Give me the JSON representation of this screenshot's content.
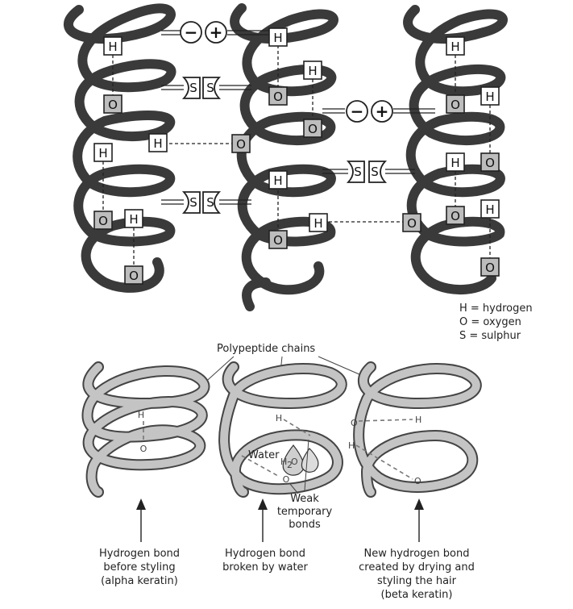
{
  "atoms": {
    "h": "H",
    "o": "O",
    "s": "S",
    "minus": "−",
    "plus": "+"
  },
  "legend": {
    "h_line": "H = hydrogen",
    "o_line": "O = oxygen",
    "s_line": "S = sulphur"
  },
  "bottom": {
    "chains_label": "Polypeptide chains",
    "water_label": "Water",
    "h2o_h": "H",
    "h2o_sub": "2",
    "h2o_o": "O",
    "weak_l1": "Weak",
    "weak_l2": "temporary",
    "weak_l3": "bonds",
    "cap1": [
      "Hydrogen bond",
      "before styling",
      "(alpha keratin)"
    ],
    "cap2": [
      "Hydrogen bond",
      "broken by water"
    ],
    "cap3": [
      "New hydrogen bond",
      "created by drying and",
      "styling the hair",
      "(beta keratin)"
    ]
  },
  "colors": {
    "coil": "#3a3a3a",
    "oxygen_fill": "#bdbdbd",
    "coil_light": "#c4c4c4"
  }
}
